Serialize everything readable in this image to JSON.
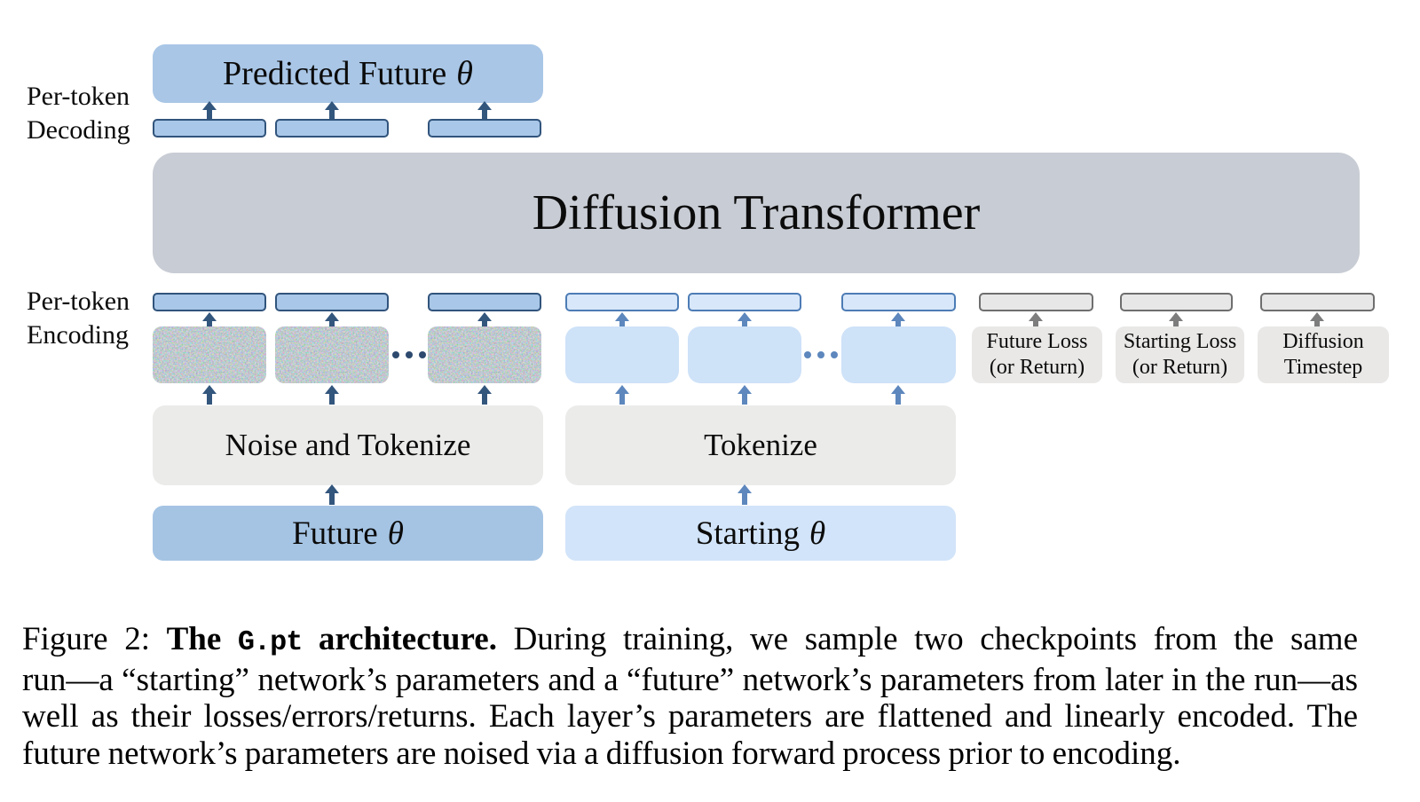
{
  "figure": {
    "labels": {
      "decoding_line1": "Per-token",
      "decoding_line2": "Decoding",
      "encoding_line1": "Per-token",
      "encoding_line2": "Encoding"
    },
    "boxes": {
      "predicted": "Predicted Future",
      "transformer": "Diffusion Transformer",
      "noise_tokenize": "Noise and Tokenize",
      "tokenize": "Tokenize",
      "future": "Future",
      "starting": "Starting",
      "theta": "θ"
    },
    "condition_tokens": [
      {
        "line1": "Future Loss",
        "line2": "(or Return)"
      },
      {
        "line1": "Starting Loss",
        "line2": "(or Return)"
      },
      {
        "line1": "Diffusion",
        "line2": "Timestep"
      }
    ],
    "colors": {
      "token_blue": "#a9c7e8",
      "token_blue_border": "#31547c",
      "token_lightblue": "#d8e7f9",
      "token_lightblue_border": "#4d7cb5",
      "token_gray": "#e7e7e7",
      "token_gray_border": "#6e6e6e",
      "big_box_blue": "#a5c4e4",
      "big_box_lightblue": "#d2e4f9",
      "transformer_gray": "#c8ccd4",
      "process_gray": "#ebebea",
      "arrow_dark_blue": "#33567d",
      "arrow_steel_blue": "#5d87bd",
      "arrow_gray": "#7d7d7d"
    }
  },
  "caption": {
    "figure_label": "Figure 2: ",
    "bold_pre": "The ",
    "mono": "G.pt",
    "bold_post": " architecture.",
    "line1_rest": " During training, we sample two checkpoints from the same",
    "line2": "run—a “starting” network’s parameters and a “future” network’s parameters from later in the run—as",
    "line3": "well as their losses/errors/returns. Each layer’s parameters are flattened and linearly encoded. The",
    "line4": "future network’s parameters are noised via a diffusion forward process prior to encoding."
  }
}
